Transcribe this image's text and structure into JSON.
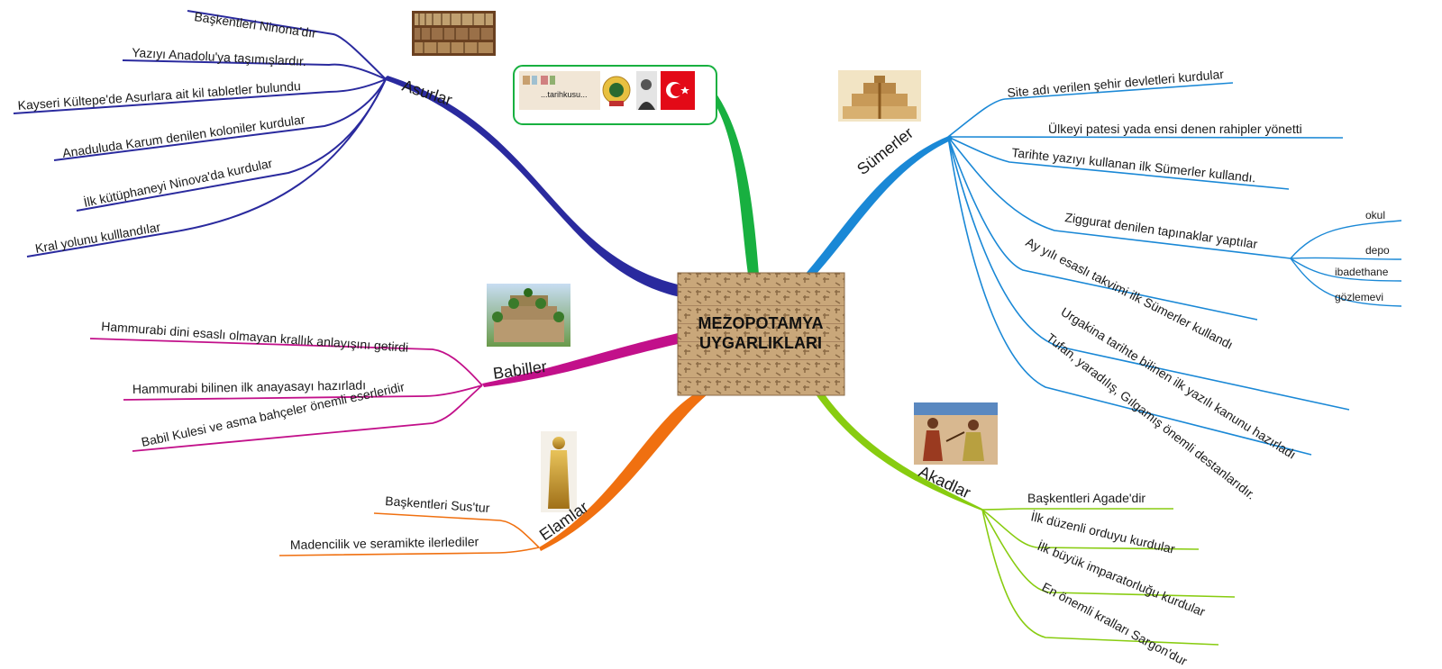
{
  "central": {
    "line1": "MEZOPOTAMYA",
    "line2": "UYGARLIKLARI"
  },
  "colors": {
    "asurlar": "#2a2a9e",
    "sumerler": "#1a88d6",
    "babiller": "#c2108a",
    "elamlar": "#f07010",
    "akadlar": "#88cc10",
    "images": "#18b040"
  },
  "images_strip": {
    "caption": "...tarihkusu..."
  },
  "branches": {
    "asurlar": {
      "label": "Asurlar",
      "items": [
        "Başkentleri Ninona'dır",
        "Yazıyı Anadolu'ya taşımışlardır.",
        "Kayseri Kültepe'de Asurlara ait kil tabletler bulundu",
        "Anaduluda Karum denilen koloniler kurdular",
        "İlk kütüphaneyi Ninova'da kurdular",
        "Kral yolunu kulllandılar"
      ]
    },
    "sumerler": {
      "label": "Sümerler",
      "items": [
        "Site adı verilen şehir devletleri kurdular",
        "Ülkeyi patesi yada ensi denen rahipler yönetti",
        "Tarihte yazıyı kullanan ilk Sümerler kullandı.",
        "Ziggurat denilen tapınaklar yaptılar",
        "Ay yılı esaslı takvimi ilk Sümerler kullandı",
        "Urgakina tarihte bilinen ilk yazılı kanunu hazırladı",
        "Tufan, yaradılış, Gılgamış önemli destanlarıdır."
      ],
      "ziggurat_items": [
        "okul",
        "depo",
        "ibadethane",
        "gözlemevi"
      ]
    },
    "babiller": {
      "label": "Babiller",
      "items": [
        "Hammurabi dini esaslı olmayan krallık anlayışını getirdi",
        "Hammurabi bilinen ilk anayasayı hazırladı",
        "Babil Kulesi ve asma bahçeler önemli eserleridir"
      ]
    },
    "elamlar": {
      "label": "Elamlar",
      "items": [
        "Başkentleri Sus'tur",
        "Madencilik ve seramikte ilerlediler"
      ]
    },
    "akadlar": {
      "label": "Akadlar",
      "items": [
        "Başkentleri Agade'dir",
        "İlk düzenli orduyu kurdular",
        "İlk büyük imparatorluğu kurdular",
        "En önemli kralları Sargon'dur"
      ]
    }
  }
}
